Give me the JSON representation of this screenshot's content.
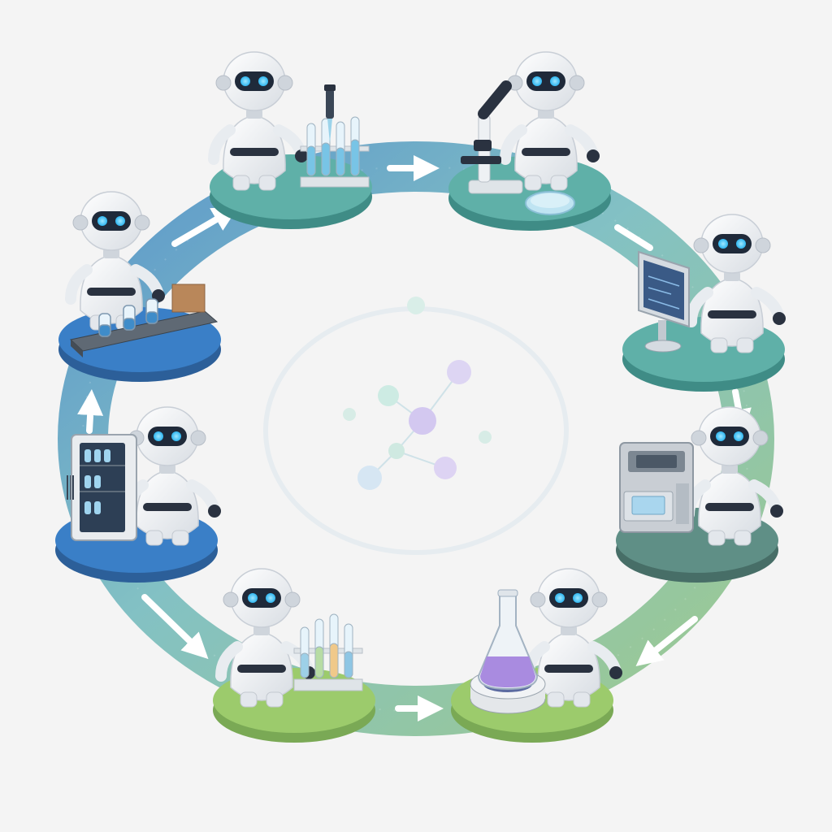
{
  "colors": {
    "background": "#f4f4f4",
    "ring_blue": "#3f85c4",
    "ring_teal": "#6fb8bb",
    "ring_green": "#8fc27c",
    "platform_teal": "#5fb0a8",
    "platform_blue": "#3a7fc7",
    "platform_green": "#9ccb6c",
    "platform_slate": "#5f8f86",
    "robot_body": "#f3f5f7",
    "robot_visor": "#1f2a3a",
    "robot_eye": "#3ec9ff",
    "liquid_blue": "#78c4e6",
    "liquid_purple": "#a98be0",
    "network_teal": "#8fd3c3",
    "network_purple": "#b8a6e8",
    "network_blue": "#a9cfe8"
  },
  "stations": [
    {
      "id": "pipetting",
      "icon": "pipette-icon",
      "platform": "teal"
    },
    {
      "id": "microscopy",
      "icon": "microscope-icon",
      "platform": "teal"
    },
    {
      "id": "data-analysis",
      "icon": "monitor-icon",
      "platform": "teal"
    },
    {
      "id": "sequencing",
      "icon": "sequencer-icon",
      "platform": "slate"
    },
    {
      "id": "reaction",
      "icon": "flask-icon",
      "platform": "green"
    },
    {
      "id": "sample-prep",
      "icon": "test-tube-rack-icon",
      "platform": "green"
    },
    {
      "id": "storage",
      "icon": "fridge-icon",
      "platform": "blue"
    },
    {
      "id": "packaging",
      "icon": "conveyor-icon",
      "platform": "blue"
    }
  ],
  "flow_direction": "clockwise"
}
